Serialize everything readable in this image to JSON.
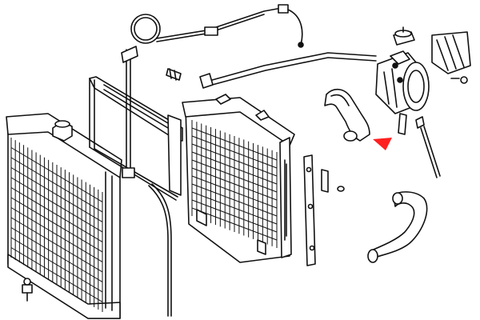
{
  "diagram": {
    "parts": [
      {
        "id": "front-radiator",
        "name": "radiator-front-view"
      },
      {
        "id": "rear-radiator",
        "name": "radiator-rear-view"
      },
      {
        "id": "shroud",
        "name": "fan-shroud-frame"
      },
      {
        "id": "reservoir",
        "name": "expansion-tank"
      },
      {
        "id": "upper-hose",
        "name": "upper-coolant-hose"
      },
      {
        "id": "lower-hose",
        "name": "lower-coolant-hose"
      },
      {
        "id": "overflow-line",
        "name": "overflow-tube"
      },
      {
        "id": "mount-bracket",
        "name": "side-mounting-bracket"
      }
    ],
    "marker_color": "#ff2020",
    "line_color": "#111111"
  }
}
